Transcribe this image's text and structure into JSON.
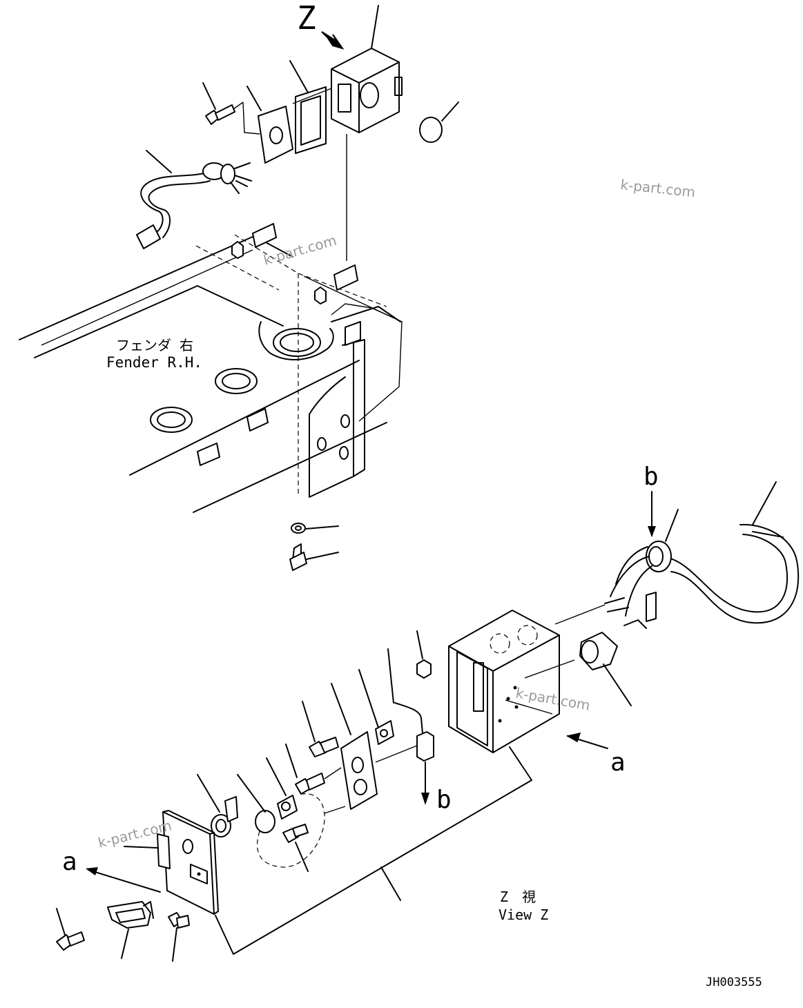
{
  "view_marker": "Z",
  "view_marker_letter_a": "a",
  "view_marker_letter_b": "b",
  "fender_label_jp": "フェンダ 右",
  "fender_label_en": "Fender R.H.",
  "view_caption_jp": "Z　視",
  "view_caption_en": "View Z",
  "drawing_number": "JH003555",
  "watermark": "k-part.com"
}
